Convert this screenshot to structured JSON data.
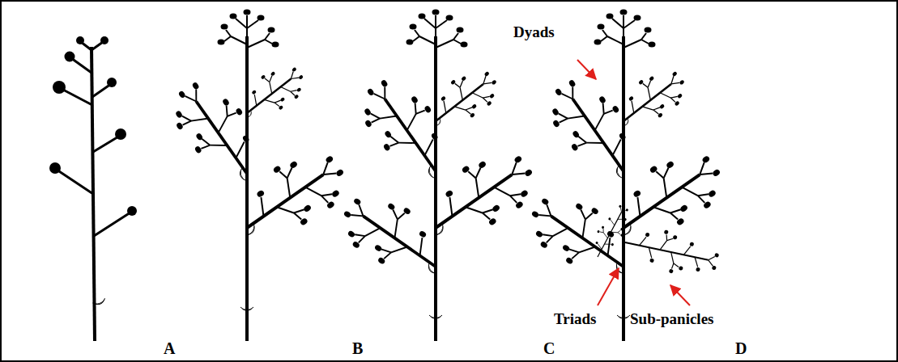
{
  "diagram": {
    "labels": [
      "A",
      "B",
      "C",
      "D",
      "Dyads",
      "Triads",
      "Sub-panicles"
    ]
  }
}
